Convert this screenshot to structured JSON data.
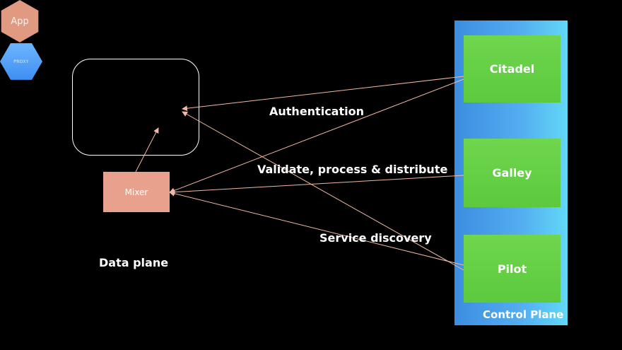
{
  "data_plane": {
    "label": "Data plane",
    "app_label": "App",
    "proxy_label": "PROXY",
    "mixer_label": "Mixer"
  },
  "control_plane": {
    "label": "Control Plane",
    "components": [
      "Citadel",
      "Galley",
      "Pilot"
    ]
  },
  "edges": {
    "authentication": "Authentication",
    "validate": "Validate, process & distribute",
    "service_discovery": "Service discovery"
  },
  "colors": {
    "background": "#000000",
    "app_hex": "#e09a82",
    "proxy_hex": "#4a9af5",
    "mixer": "#e7a18c",
    "control_plane": "#4aa3ea",
    "component": "#62cf45",
    "arrow": "#f2b8a6"
  }
}
